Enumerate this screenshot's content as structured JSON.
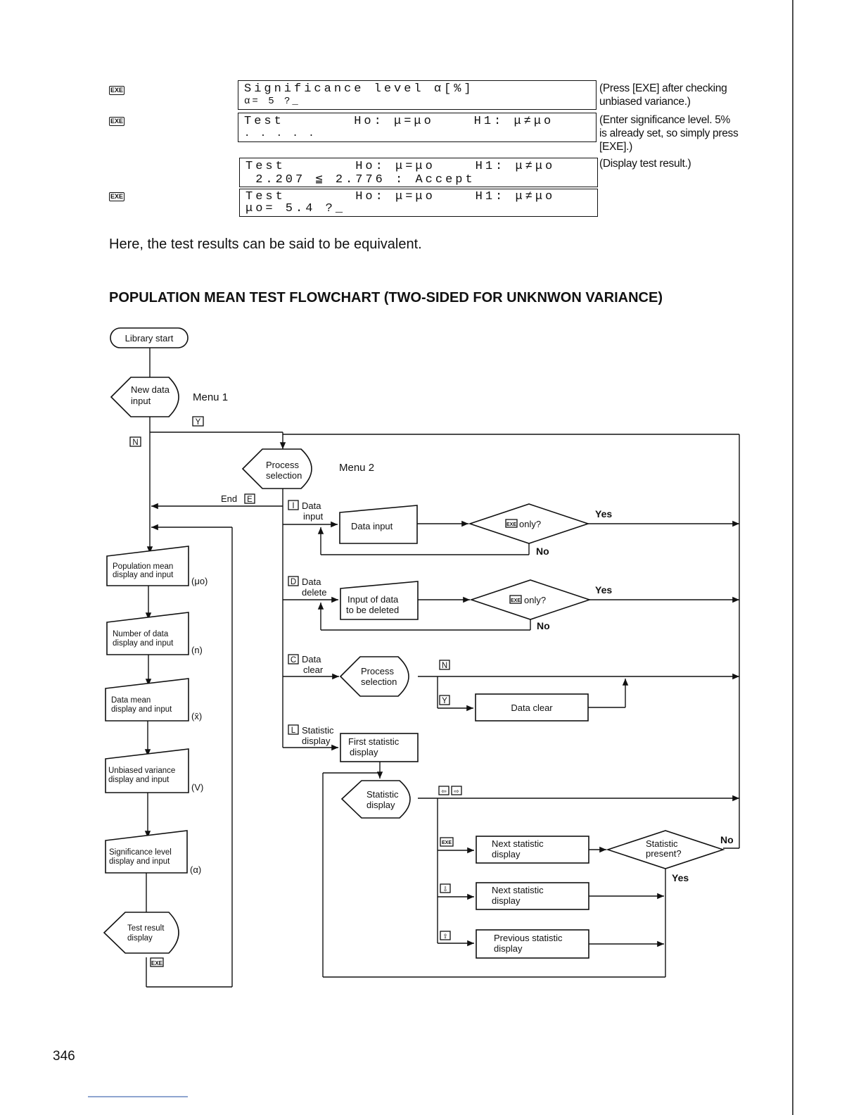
{
  "steps": [
    {
      "key": "EXE",
      "lcd_line1": "Significance level α[%]",
      "lcd_line2": "α= 5 ?_",
      "note": "(Press [EXE] after checking unbiased variance.)"
    },
    {
      "key": "EXE",
      "lcd_line1": "Test       Ho: μ=μo    H1: μ≠μo",
      "lcd_line2": ". . . . .",
      "note": "(Enter significance level. 5% is already set, so simply press [EXE].)"
    },
    {
      "key": "",
      "lcd_line1": "Test       Ho: μ=μo    H1: μ≠μo",
      "lcd_line2": " 2.207 ≦ 2.776 : Accept",
      "note": "(Display test result.)"
    },
    {
      "key": "EXE",
      "lcd_line1": "Test       Ho: μ=μo    H1: μ≠μo",
      "lcd_line2": "μo= 5.4 ?_",
      "note": ""
    }
  ],
  "paragraph": "Here, the test results can be said to be equivalent.",
  "heading": "POPULATION MEAN TEST FLOWCHART (TWO-SIDED FOR UNKNWON VARIANCE)",
  "flowchart": {
    "library_start": "Library start",
    "new_data_input": [
      "New data",
      "input"
    ],
    "menu1": "Menu 1",
    "key_y": "Y",
    "key_n": "N",
    "process_selection": [
      "Process",
      "selection"
    ],
    "menu2": "Menu 2",
    "end_label": "End",
    "key_e": "E",
    "key_i": "I",
    "key_d": "D",
    "key_c": "C",
    "key_l": "L",
    "key_exe": "EXE",
    "branch_data_input": [
      "Data",
      "input"
    ],
    "branch_data_delete": [
      "Data",
      "delete"
    ],
    "branch_data_clear": [
      "Data",
      "clear"
    ],
    "branch_statistic_display": [
      "Statistic",
      "display"
    ],
    "box_data_input": "Data input",
    "box_input_deleted": [
      "Input of data",
      "to be deleted"
    ],
    "diamond_exe_only_1": "only?",
    "diamond_exe_only_2": "only?",
    "yes": "Yes",
    "no": "No",
    "clear_process_selection": [
      "Process",
      "selection"
    ],
    "box_data_clear": "Data clear",
    "box_first_statistic": [
      "First statistic",
      "display"
    ],
    "statistic_display": [
      "Statistic",
      "display"
    ],
    "box_next_statistic_1": [
      "Next statistic",
      "display"
    ],
    "box_next_statistic_2": [
      "Next statistic",
      "display"
    ],
    "box_previous_statistic": [
      "Previous statistic",
      "display"
    ],
    "diamond_statistic_present": [
      "Statistic",
      "present?"
    ],
    "left_boxes": [
      {
        "lines": [
          "Population mean",
          "display and input"
        ],
        "symbol": "(μo)"
      },
      {
        "lines": [
          "Number of data",
          "display and input"
        ],
        "symbol": "(n)"
      },
      {
        "lines": [
          "Data mean",
          "display and input"
        ],
        "symbol": "(x̄)"
      },
      {
        "lines": [
          "Unbiased variance",
          "display and input"
        ],
        "symbol": "(V)"
      },
      {
        "lines": [
          "Significance level",
          "display and input"
        ],
        "symbol": "(α)"
      }
    ],
    "test_result_display": [
      "Test result",
      "display"
    ]
  },
  "page_number": "346"
}
